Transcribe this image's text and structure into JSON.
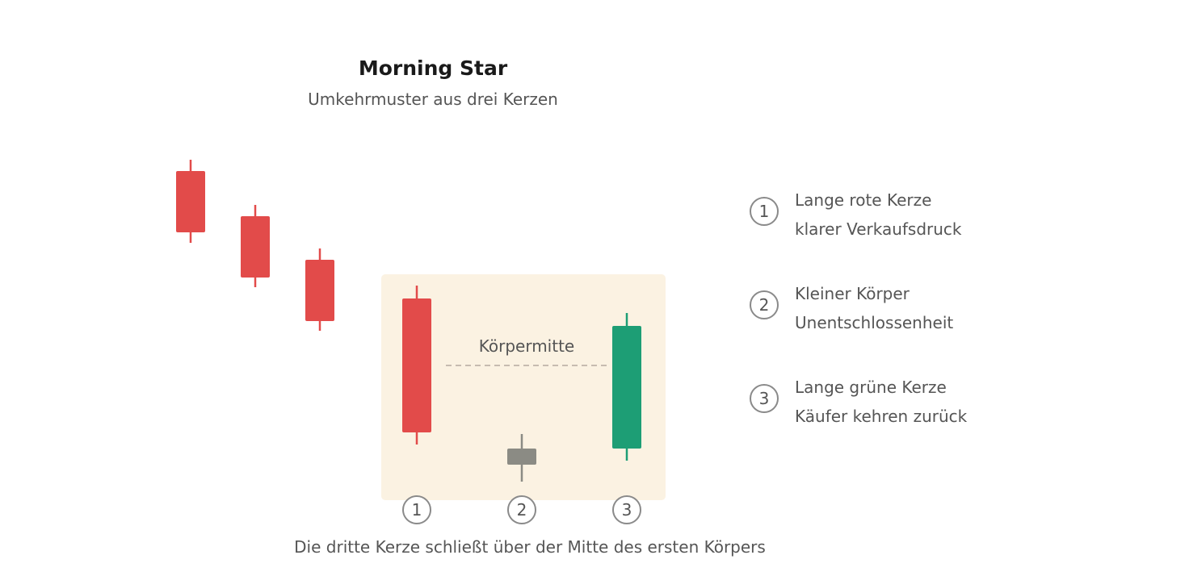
{
  "header": {
    "title": "Morning Star",
    "subtitle": "Umkehrmuster aus drei Kerzen"
  },
  "colors": {
    "bearish": "#e24b4a",
    "bullish": "#1d9e75",
    "neutral": "#8b8b84",
    "highlight_bg": "#fbf2e2",
    "midline": "#b4aaa0",
    "badge_border": "#8a8a8a"
  },
  "diagram": {
    "midline_label": "Körpermitte",
    "markers": [
      "1",
      "2",
      "3"
    ],
    "caption": "Die dritte Kerze schließt über der Mitte des ersten Körpers"
  },
  "legend": [
    {
      "number": "1",
      "title": "Lange rote Kerze",
      "description": "klarer Verkaufsdruck"
    },
    {
      "number": "2",
      "title": "Kleiner Körper",
      "description": "Unentschlossenheit"
    },
    {
      "number": "3",
      "title": "Lange grüne Kerze",
      "description": "Käufer kehren zurück"
    }
  ]
}
